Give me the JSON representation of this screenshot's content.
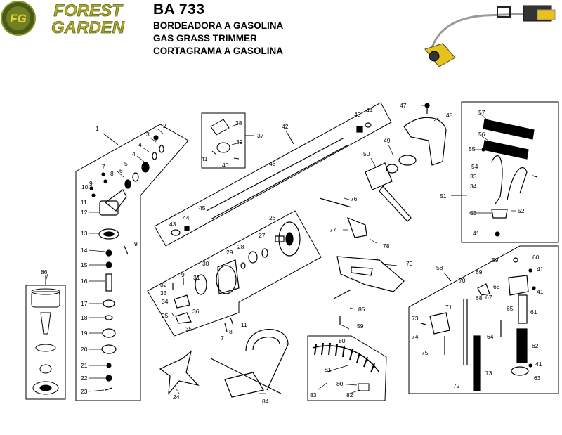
{
  "brand": {
    "line1": "FOREST",
    "line2": "GARDEN",
    "badge": "FG",
    "badge_ring": "FOREST GARDEN"
  },
  "model": "BA 733",
  "titles": [
    "BORDEADORA A GASOLINA",
    "GAS GRASS TRIMMER",
    "CORTAGRAMA A GASOLINA"
  ],
  "colors": {
    "brand_green": "#8a9a2a",
    "brand_yellow": "#e6d23a",
    "ink": "#000000"
  },
  "labels": {
    "p1": "1",
    "p2": "2",
    "p3": "3",
    "p4": "4",
    "p4b": "4",
    "p5": "5",
    "p6": "6",
    "p7": "7",
    "p8": "8",
    "p9": "9",
    "p10": "10",
    "p11": "11",
    "p12": "12",
    "p13": "13",
    "p9b": "9",
    "p14": "14",
    "p15": "15",
    "p16": "16",
    "p17": "17",
    "p18": "18",
    "p19": "19",
    "p20": "20",
    "p21": "21",
    "p22": "22",
    "p23": "23",
    "p24": "24",
    "p25": "25",
    "p26": "26",
    "p27": "27",
    "p28": "28",
    "p29": "29",
    "p30": "30",
    "p31": "31",
    "p32": "32",
    "p9c": "9",
    "p33": "33",
    "p34": "34",
    "p35": "35",
    "p36": "36",
    "p7b": "7",
    "p8b": "8",
    "p11b": "11",
    "p37": "37",
    "p38": "38",
    "p39": "39",
    "p40": "40",
    "p41": "41",
    "p42": "42",
    "p43": "43",
    "p44": "44",
    "p43b": "43",
    "p44b": "44",
    "p45": "45",
    "p46": "46",
    "p47": "47",
    "p48": "48",
    "p49": "49",
    "p50": "50",
    "p51": "51",
    "p52": "52",
    "p53": "53",
    "p41b": "41",
    "p54": "54",
    "p33b": "33",
    "p34b": "34",
    "p55": "55",
    "p56": "56",
    "p57": "57",
    "p58": "58",
    "p59": "59",
    "p60": "60",
    "p41c": "41",
    "p41d": "41",
    "p61": "61",
    "p62": "62",
    "p63": "63",
    "p41e": "41",
    "p64": "64",
    "p65": "65",
    "p66": "66",
    "p67": "67",
    "p68": "68",
    "p69": "69",
    "p70": "70",
    "p71": "71",
    "p72": "72",
    "p73": "73",
    "p73b": "73",
    "p74": "74",
    "p75": "75",
    "p76": "76",
    "p77": "77",
    "p78": "78",
    "p79": "79",
    "p59b": "59",
    "p80": "80",
    "p80b": "80",
    "p81": "81",
    "p82": "82",
    "p83": "83",
    "p84": "84",
    "p85": "85",
    "p86": "86"
  }
}
